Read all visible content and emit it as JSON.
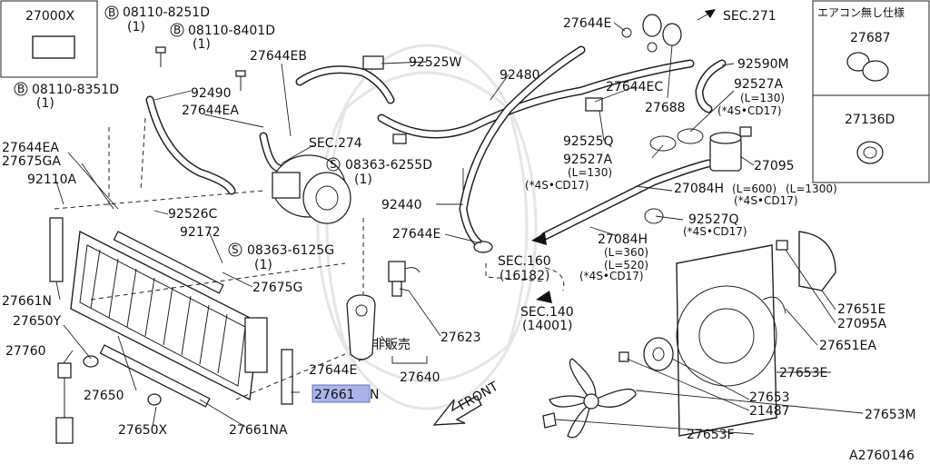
{
  "labels": {
    "p27000X": "27000X",
    "b1": "08110-8251D",
    "b1q": "(1)",
    "b2": "08110-8401D",
    "b2q": "(1)",
    "b3": "08110-8351D",
    "b3q": "(1)",
    "p27644EB": "27644EB",
    "p92525W": "92525W",
    "p92480": "92480",
    "p27644E_top": "27644E",
    "sec271": "SEC.271",
    "p92590M": "92590M",
    "p27644EC": "27644EC",
    "p27688": "27688",
    "p92527A_r": "92527A",
    "l130_r": "(L=130)",
    "cd17_r": "(*4S•CD17)",
    "p92490": "92490",
    "p27644EA_a": "27644EA",
    "p27644EA_b": "27644EA",
    "p27675GA": "27675GA",
    "p92110A": "92110A",
    "sec274": "SEC.274",
    "s1": "08363-6255D",
    "s1q": "(1)",
    "p92525Q": "92525Q",
    "p92527A_m": "92527A",
    "l130_m": "(L=130)",
    "cd17_m": "(*4S•CD17)",
    "p27095": "27095",
    "p27084H_top": "27084H",
    "l600": "(L=600)",
    "l1300": "(L=1300)",
    "cd17_t": "(*4S•CD17)",
    "p92440": "92440",
    "p92526C": "92526C",
    "p92172": "92172",
    "s2": "08363-6125G",
    "s2q": "(1)",
    "p27644E_mid": "27644E",
    "p92527Q": "92527Q",
    "cd17_q": "(*4S•CD17)",
    "p27084H_bot": "27084H",
    "l360": "(L=360)",
    "l520": "(L=520)",
    "cd17_b": "(*4S•CD17)",
    "sec160": "SEC.160",
    "sec160n": "(16182)",
    "p27675G": "27675G",
    "p27661N_l": "27661N",
    "p27650Y": "27650Y",
    "p27760": "27760",
    "p27650": "27650",
    "p27650X": "27650X",
    "p27661NA": "27661NA",
    "p27661N_hl": "27661",
    "p27661N_suffix": "N",
    "p27644E_bot": "27644E",
    "p27640": "27640",
    "p27623": "27623",
    "hihanbai": "非販売",
    "sec140": "SEC.140",
    "sec140n": "(14001)",
    "front": "FRONT",
    "p27651E": "27651E",
    "p27095A": "27095A",
    "p27651EA": "27651EA",
    "p27653E": "27653E",
    "p27653": "27653",
    "p21487": "21487",
    "p27653M": "27653M",
    "p27653F": "27653F",
    "inset_title": "エアコン無し仕様",
    "p27687": "27687",
    "p27136D": "27136D",
    "diagram_id": "A2760146"
  }
}
